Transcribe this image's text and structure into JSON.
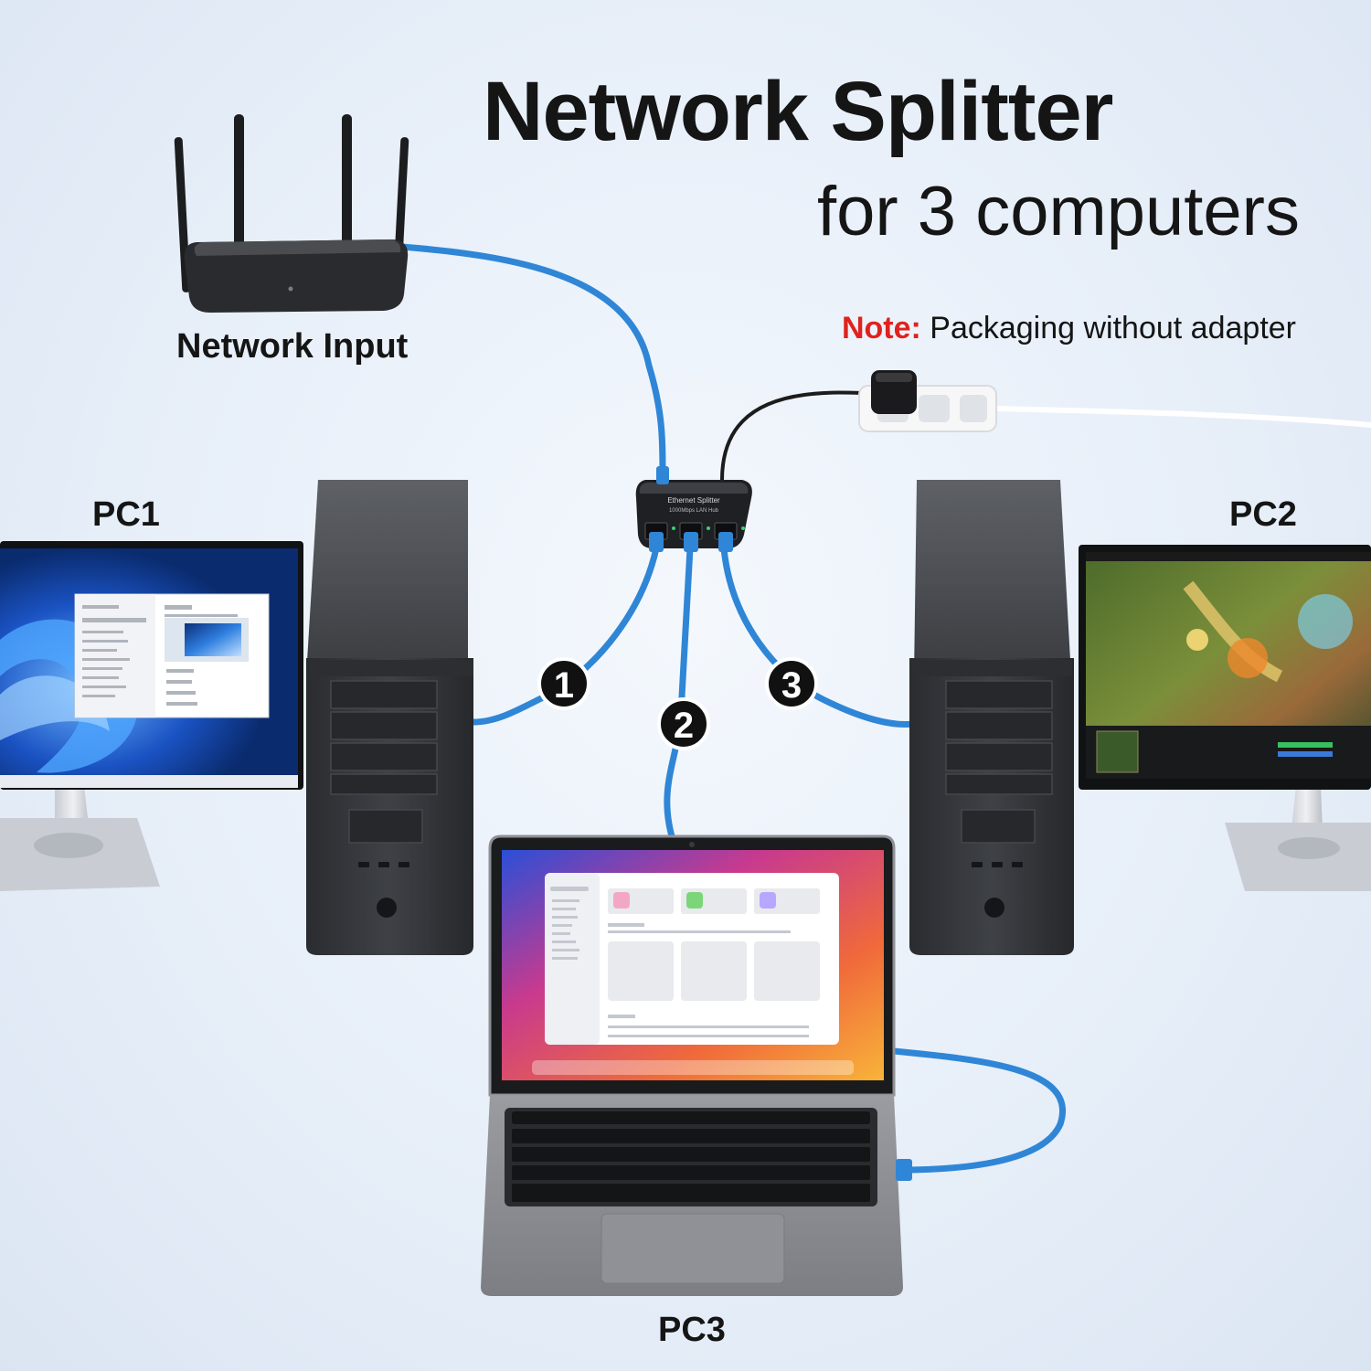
{
  "title": "Network Splitter",
  "subtitle": "for 3 computers",
  "note": {
    "label": "Note:",
    "text": "Packaging without adapter"
  },
  "labels": {
    "network_input": "Network Input",
    "pc1": "PC1",
    "pc2": "PC2",
    "pc3": "PC3"
  },
  "device": {
    "name": "Ethernet Splitter",
    "model": "1000Mbps LAN Hub"
  },
  "port_markers": [
    "1",
    "2",
    "3"
  ],
  "colors": {
    "cable": "#2f86d6",
    "accent": "#e0221e",
    "text": "#151515",
    "marker": "#111111"
  }
}
